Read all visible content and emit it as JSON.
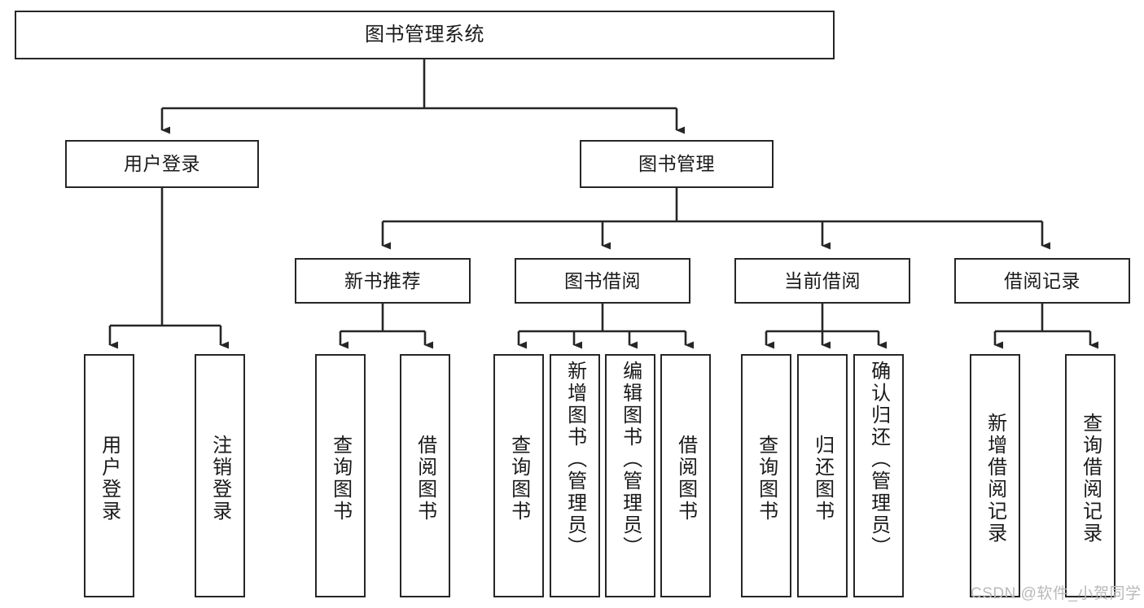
{
  "diagram": {
    "title": "图书管理系统",
    "type": "tree-hierarchy",
    "background": "#ffffff",
    "line_color": "#262626",
    "text_color": "#1a1a1a",
    "root": {
      "label": "图书管理系统"
    },
    "level1": [
      {
        "label": "用户登录"
      },
      {
        "label": "图书管理"
      }
    ],
    "level2": [
      {
        "label": "新书推荐"
      },
      {
        "label": "图书借阅"
      },
      {
        "label": "当前借阅"
      },
      {
        "label": "借阅记录"
      }
    ],
    "leaves": {
      "user_login": [
        {
          "label": "用户登录"
        },
        {
          "label": "注销登录"
        }
      ],
      "new_book": [
        {
          "label": "查询图书"
        },
        {
          "label": "借阅图书"
        }
      ],
      "book_borrow": [
        {
          "label": "查询图书"
        },
        {
          "label": "新增图书（管理员）"
        },
        {
          "label": "编辑图书（管理员）"
        },
        {
          "label": "借阅图书"
        }
      ],
      "current_borrow": [
        {
          "label": "查询图书"
        },
        {
          "label": "归还图书"
        },
        {
          "label": "确认归还（管理员）"
        }
      ],
      "borrow_record": [
        {
          "label": "新增借阅记录"
        },
        {
          "label": "查询借阅记录"
        }
      ]
    }
  },
  "watermark": {
    "text": "CSDN @软件_小贺同学"
  }
}
